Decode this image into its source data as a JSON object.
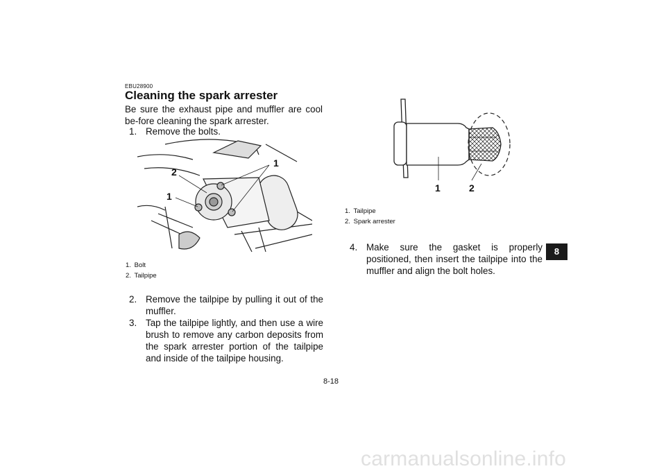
{
  "section": {
    "code": "EBU28900",
    "title": "Cleaning the spark arrester",
    "intro": "Be sure the exhaust pipe and muffler are cool be-fore cleaning the spark arrester."
  },
  "steps": [
    {
      "num": "1.",
      "text": "Remove the bolts."
    },
    {
      "num": "2.",
      "text": "Remove the tailpipe by pulling it out of the muffler."
    },
    {
      "num": "3.",
      "text": "Tap the tailpipe lightly, and then use a wire brush to remove any carbon deposits from the spark arrester portion of the tailpipe and inside of the tailpipe housing."
    },
    {
      "num": "4.",
      "text": "Make sure the gasket is properly positioned, then insert the tailpipe into the muffler and align the bolt holes."
    }
  ],
  "figure1": {
    "callouts": [
      "1",
      "2",
      "1"
    ],
    "captions": [
      {
        "num": "1.",
        "text": "Bolt"
      },
      {
        "num": "2.",
        "text": "Tailpipe"
      }
    ]
  },
  "figure2": {
    "callouts": [
      "1",
      "2"
    ],
    "captions": [
      {
        "num": "1.",
        "text": "Tailpipe"
      },
      {
        "num": "2.",
        "text": "Spark arrester"
      }
    ]
  },
  "chapter_tab": "8",
  "page_number": "8-18",
  "watermark": "carmanualsonline.info"
}
